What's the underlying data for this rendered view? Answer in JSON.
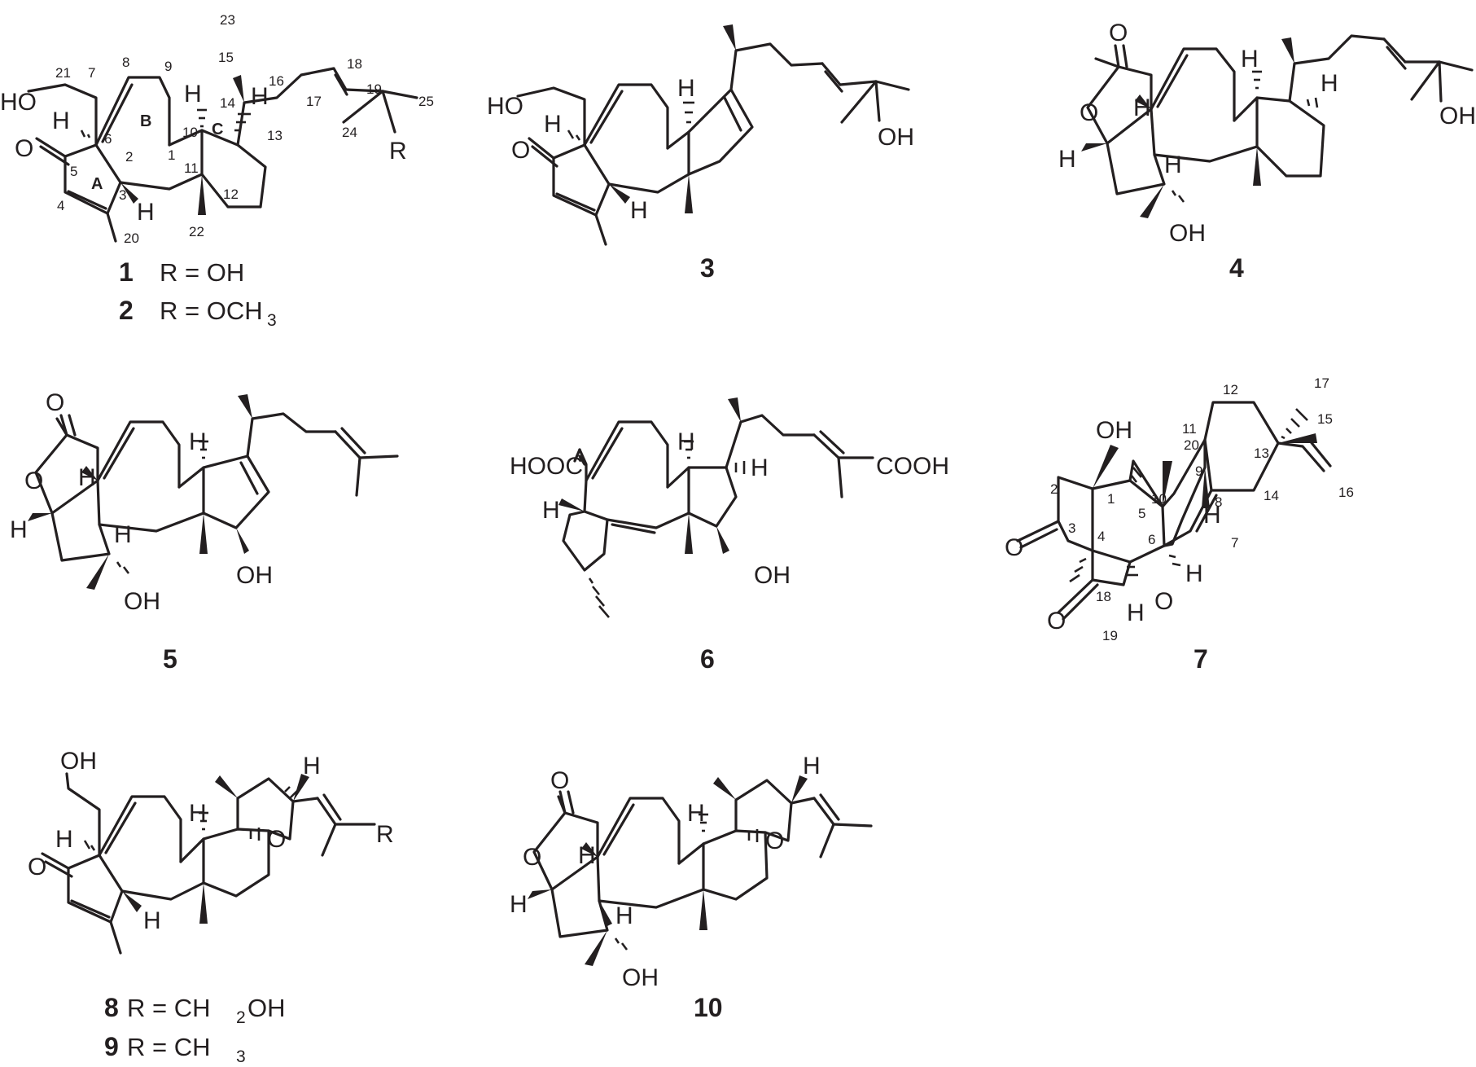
{
  "figure": {
    "compounds": [
      {
        "id": "c1",
        "number": "1",
        "r_value": "R = OH"
      },
      {
        "id": "c2",
        "number": "2",
        "r_value": "R = OCH",
        "r_sub": "3"
      },
      {
        "id": "c3",
        "number": "3"
      },
      {
        "id": "c4",
        "number": "4"
      },
      {
        "id": "c5",
        "number": "5"
      },
      {
        "id": "c6",
        "number": "6"
      },
      {
        "id": "c7",
        "number": "7"
      },
      {
        "id": "c8",
        "number": "8",
        "r_value": "R = CH",
        "r_sub": "2",
        "r_tail": "OH"
      },
      {
        "id": "c9",
        "number": "9",
        "r_value": "R = CH",
        "r_sub": "3"
      },
      {
        "id": "c10",
        "number": "10"
      }
    ],
    "atoms": {
      "HO": "HO",
      "OH": "OH",
      "O": "O",
      "H": "H",
      "R": "R",
      "HOOC": "HOOC",
      "COOH": "COOH"
    },
    "ring_labels": {
      "A": "A",
      "B": "B",
      "C": "C"
    },
    "positions_1": [
      "1",
      "2",
      "3",
      "4",
      "5",
      "6",
      "7",
      "8",
      "9",
      "10",
      "11",
      "12",
      "13",
      "14",
      "15",
      "16",
      "17",
      "18",
      "19",
      "20",
      "21",
      "22",
      "23",
      "24",
      "25"
    ],
    "positions_7": [
      "1",
      "2",
      "3",
      "4",
      "5",
      "6",
      "7",
      "8",
      "9",
      "10",
      "11",
      "12",
      "13",
      "14",
      "15",
      "16",
      "17",
      "18",
      "19",
      "20"
    ],
    "color": "#231f20"
  }
}
